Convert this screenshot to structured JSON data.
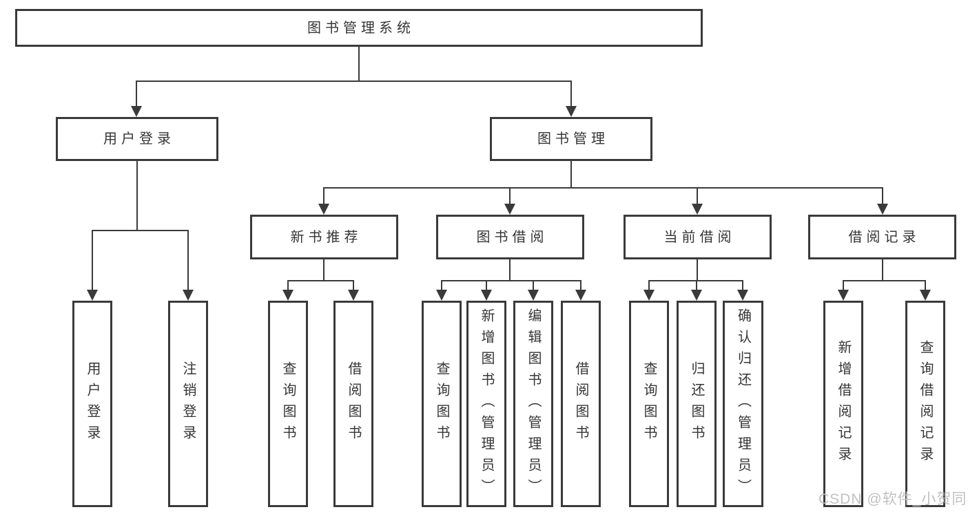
{
  "diagram_title": "图书管理系统",
  "tree": {
    "label": "图书管理系统",
    "children": [
      {
        "label": "用户登录",
        "children": [
          {
            "label": "用户登录"
          },
          {
            "label": "注销登录"
          }
        ]
      },
      {
        "label": "图书管理",
        "children": [
          {
            "label": "新书推荐",
            "children": [
              {
                "label": "查询图书"
              },
              {
                "label": "借阅图书"
              }
            ]
          },
          {
            "label": "图书借阅",
            "children": [
              {
                "label": "查询图书"
              },
              {
                "label": "新增图书（管理员）"
              },
              {
                "label": "编辑图书（管理员）"
              },
              {
                "label": "借阅图书"
              }
            ]
          },
          {
            "label": "当前借阅",
            "children": [
              {
                "label": "查询图书"
              },
              {
                "label": "归还图书"
              },
              {
                "label": "确认归还（管理员）"
              }
            ]
          },
          {
            "label": "借阅记录",
            "children": [
              {
                "label": "新增借阅记录"
              },
              {
                "label": "查询借阅记录"
              }
            ]
          }
        ]
      }
    ]
  },
  "watermark": {
    "text": "CSDN @软件_小贺同学"
  },
  "colors": {
    "line": "#3a3a3a",
    "text": "#353535",
    "watermark": "#c0c0c0",
    "background": "#ffffff"
  }
}
